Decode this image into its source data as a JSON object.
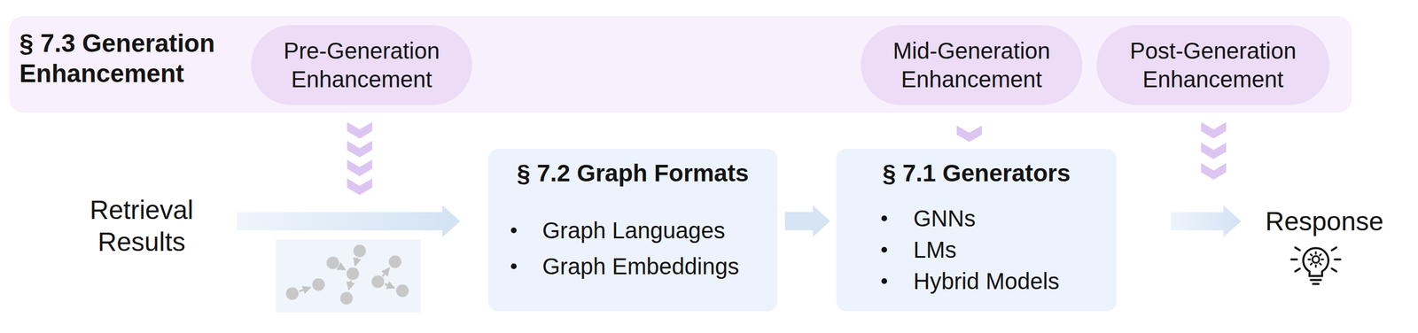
{
  "diagram": {
    "nodes": [
      {
        "text": [
          "§ 7.3 Generation Enhancement"
        ]
      },
      {
        "text": [
          "Pre-Generation Enhancement"
        ],
        "in": 0
      },
      {
        "text": [
          "Mid-Generation Enhancement"
        ],
        "in": 0
      },
      {
        "text": [
          "Post-Generation Enhancement"
        ],
        "in": 0
      },
      {
        "text": [
          "§ 7.2 Graph Formats",
          "Graph Languages",
          "Graph Embeddings"
        ]
      },
      {
        "text": [
          "§ 7.1 Generators",
          "GNNs",
          "LMs",
          "Hybrid Models"
        ]
      }
    ],
    "edges": [
      {
        "from": 4,
        "to": 5,
        "arrow": "to"
      }
    ],
    "labels": [
      "Retrieval Results",
      "Response"
    ]
  }
}
